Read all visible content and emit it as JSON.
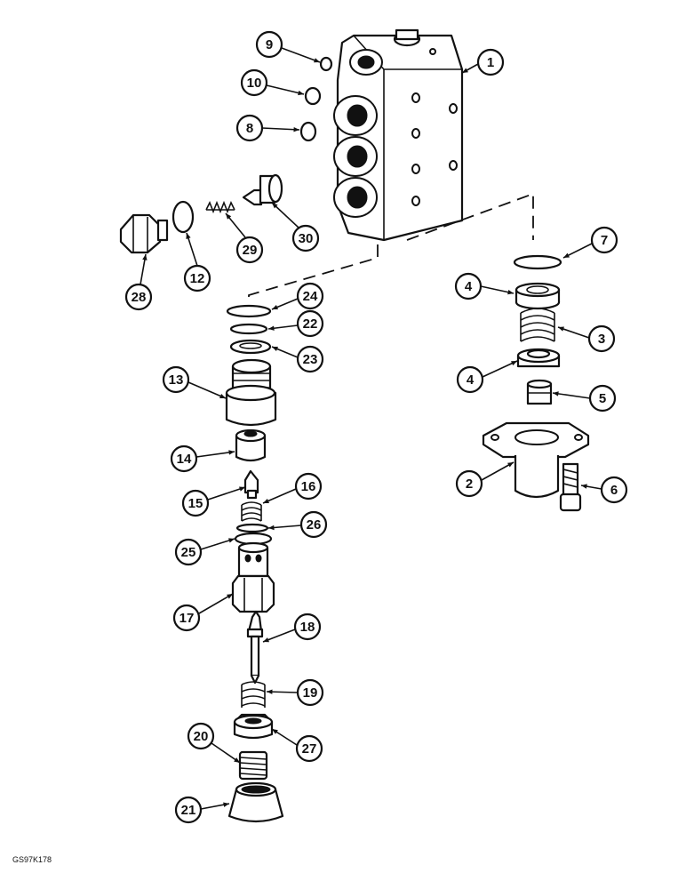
{
  "drawing_code": "GS97K178",
  "callouts": [
    {
      "id": "1",
      "label": "1"
    },
    {
      "id": "2",
      "label": "2"
    },
    {
      "id": "3",
      "label": "3"
    },
    {
      "id": "4a",
      "label": "4"
    },
    {
      "id": "4b",
      "label": "4"
    },
    {
      "id": "5",
      "label": "5"
    },
    {
      "id": "6",
      "label": "6"
    },
    {
      "id": "7",
      "label": "7"
    },
    {
      "id": "8",
      "label": "8"
    },
    {
      "id": "9",
      "label": "9"
    },
    {
      "id": "10",
      "label": "10"
    },
    {
      "id": "12",
      "label": "12"
    },
    {
      "id": "13",
      "label": "13"
    },
    {
      "id": "14",
      "label": "14"
    },
    {
      "id": "15",
      "label": "15"
    },
    {
      "id": "16",
      "label": "16"
    },
    {
      "id": "17",
      "label": "17"
    },
    {
      "id": "18",
      "label": "18"
    },
    {
      "id": "19",
      "label": "19"
    },
    {
      "id": "20",
      "label": "20"
    },
    {
      "id": "21",
      "label": "21"
    },
    {
      "id": "22",
      "label": "22"
    },
    {
      "id": "23",
      "label": "23"
    },
    {
      "id": "24",
      "label": "24"
    },
    {
      "id": "25",
      "label": "25"
    },
    {
      "id": "26",
      "label": "26"
    },
    {
      "id": "27",
      "label": "27"
    },
    {
      "id": "28",
      "label": "28"
    },
    {
      "id": "29",
      "label": "29"
    },
    {
      "id": "30",
      "label": "30"
    }
  ]
}
